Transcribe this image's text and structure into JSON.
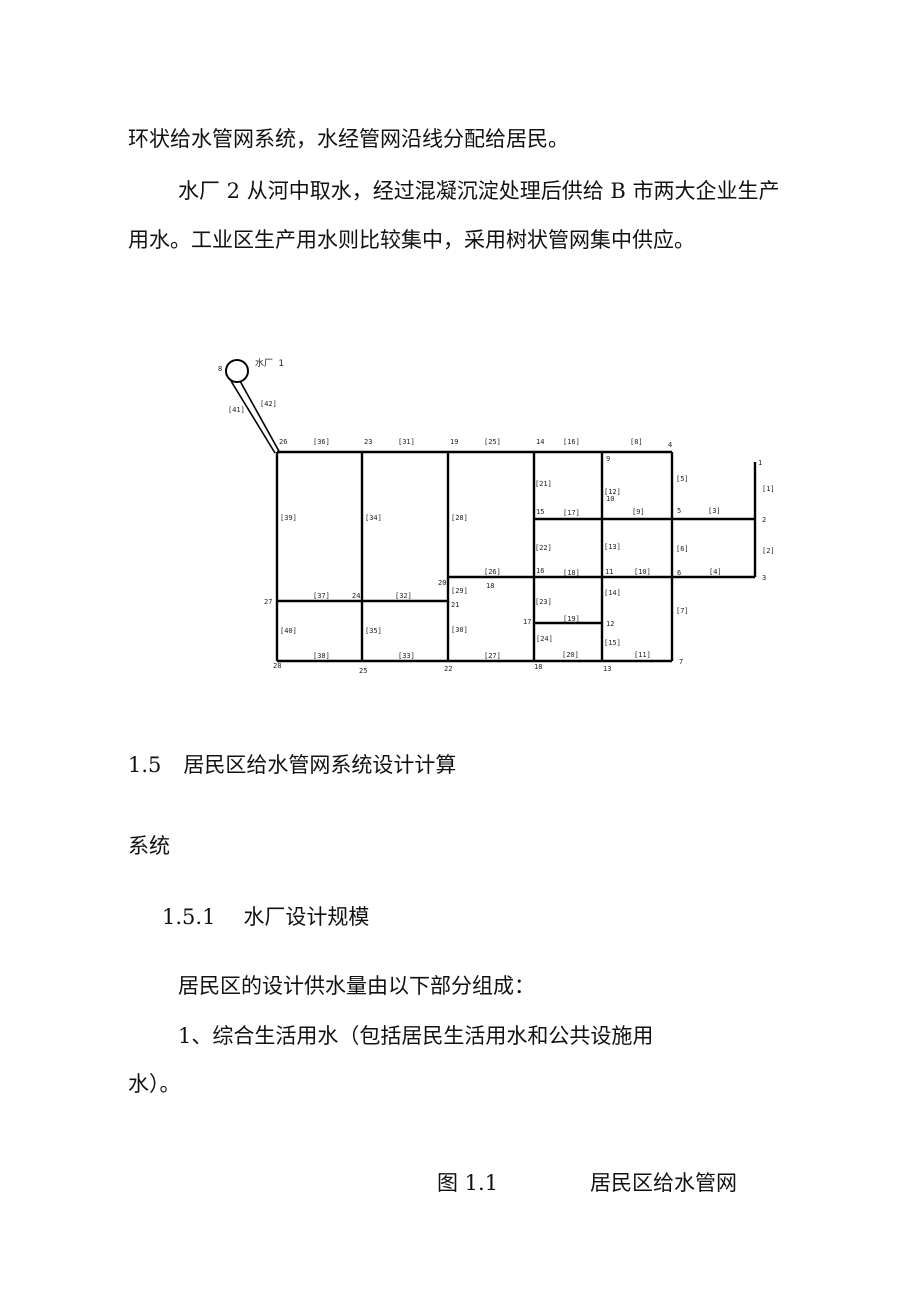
{
  "paragraphs": {
    "p1": "环状给水管网系统，水经管网沿线分配给居民。",
    "p2_line1": "水厂 2 从河中取水，经过混凝沉淀处理后供给 B 市两大企业生产",
    "p2_line2": "用水。工业区生产用水则比较集中，采用树状管网集中供应。"
  },
  "diagram": {
    "plant_label": "水厂 1",
    "node_labels": [
      "8",
      "26",
      "23",
      "19",
      "14",
      "4",
      "1",
      "2",
      "3",
      "9",
      "10",
      "5",
      "15",
      "16",
      "11",
      "6",
      "20",
      "18",
      "27",
      "24",
      "21",
      "17",
      "12",
      "28",
      "25",
      "22",
      "18",
      "13",
      "7"
    ],
    "pipe_labels": [
      "[41]",
      "[42]",
      "[36]",
      "[31]",
      "[25]",
      "[16]",
      "[8]",
      "[5]",
      "[1]",
      "[21]",
      "[12]",
      "[17]",
      "[9]",
      "[3]",
      "[39]",
      "[34]",
      "[28]",
      "[22]",
      "[13]",
      "[6]",
      "[2]",
      "[26]",
      "[18]",
      "[10]",
      "[4]",
      "[29]",
      "[37]",
      "[32]",
      "[23]",
      "[14]",
      "[7]",
      "[19]",
      "[15]",
      "[40]",
      "[35]",
      "[30]",
      "[24]",
      "[38]",
      "[33]",
      "[27]",
      "[20]",
      "[11]"
    ]
  },
  "section": {
    "heading_number": "1.5",
    "heading_title": "居民区给水管网系统设计计算",
    "heading_continuation": "系统",
    "sub_number": "1.5.1",
    "sub_title": "水厂设计规模",
    "body1": "居民区的设计供水量由以下部分组成：",
    "item1_line1": "1、综合生活用水（包括居民生活用水和公共设施用",
    "item1_line2": "水）。"
  },
  "caption": {
    "label": "图 1.1",
    "title": "居民区给水管网"
  }
}
